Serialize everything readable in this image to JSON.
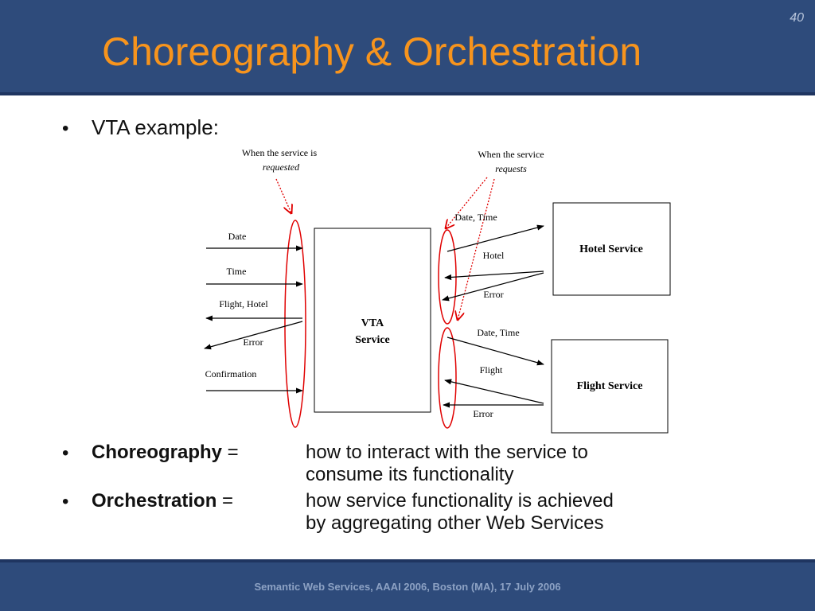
{
  "slide": {
    "title": "Choreography & Orchestration",
    "page_number": "40",
    "footer": "Semantic Web Services, AAAI 2006, Boston (MA), 17 July 2006"
  },
  "intro_bullet": "VTA example:",
  "diagram": {
    "note_requested": {
      "line1": "When the service is",
      "line2": "requested"
    },
    "note_requests": {
      "line1": "When the service",
      "line2": "requests"
    },
    "vta_service": {
      "line1": "VTA",
      "line2": "Service"
    },
    "hotel_service": "Hotel Service",
    "flight_service": "Flight Service",
    "left_messages": {
      "date": "Date",
      "time": "Time",
      "flight_hotel": "Flight, Hotel",
      "error": "Error",
      "confirmation": "Confirmation"
    },
    "hotel_messages": {
      "date_time": "Date, Time",
      "hotel": "Hotel",
      "error": "Error"
    },
    "flight_messages": {
      "date_time": "Date, Time",
      "flight": "Flight",
      "error": "Error"
    },
    "colors": {
      "highlight": "#e00000",
      "line": "#000000"
    }
  },
  "definitions": [
    {
      "term": "Choreography",
      "equals": " =",
      "line1": "how to interact with the service to",
      "line2": "consume its functionality"
    },
    {
      "term": "Orchestration",
      "equals": " =",
      "line1": "how service functionality is achieved",
      "line2": "by aggregating other Web Services"
    }
  ],
  "colors": {
    "header_bg": "#2e4b7b",
    "title": "#f7941d"
  }
}
